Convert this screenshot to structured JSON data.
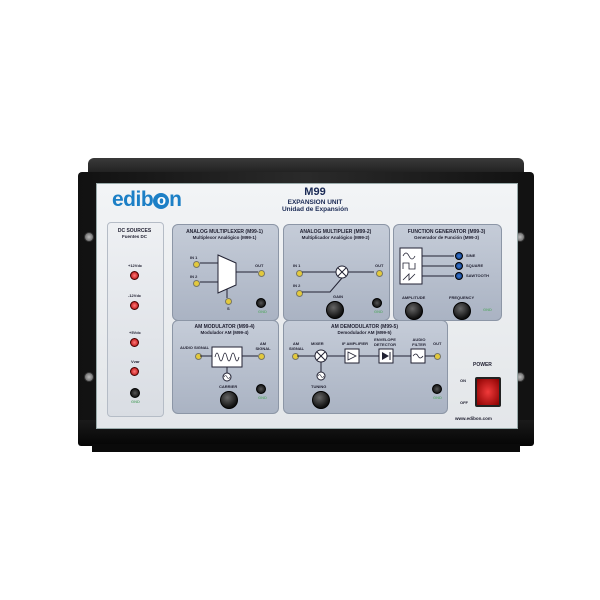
{
  "brand": {
    "logo_text_a": "edib",
    "logo_text_b": "o",
    "logo_text_c": "n",
    "url": "www.edibon.com"
  },
  "header": {
    "model": "M99",
    "title_en": "EXPANSION UNIT",
    "title_es": "Unidad de Expansión"
  },
  "dc_sources": {
    "title": "DC SOURCES",
    "subtitle": "Fuentes DC",
    "labels": [
      "+12Vdc",
      "-12Vdc",
      "+5Vdc",
      "Vvar"
    ],
    "gnd": "GND"
  },
  "modules": {
    "analog_mux": {
      "title": "ANALOG MULTIPLEXER (M99-1)",
      "subtitle": "Multiplexor Analógico (M99-1)",
      "in1": "IN 1",
      "in2": "IN 2",
      "out": "OUT",
      "s": "S",
      "gnd": "GND"
    },
    "analog_mult": {
      "title": "ANALOG MULTIPLIER (M99-2)",
      "subtitle": "Multiplicador Analógico (M99-2)",
      "in1": "IN 1",
      "in2": "IN 2",
      "out": "OUT",
      "gain": "GAIN",
      "gnd": "GND"
    },
    "func_gen": {
      "title": "FUNCTION GENERATOR (M99-3)",
      "subtitle": "Generador de Función (M99-3)",
      "sine": "SINE",
      "square": "SQUARE",
      "sawtooth": "SAWTOOTH",
      "amplitude": "AMPLITUDE",
      "frequency": "FREQUENCY",
      "gnd": "GND"
    },
    "am_mod": {
      "title": "AM MODULATOR (M99-4)",
      "subtitle": "Modulador AM (M99-4)",
      "audio": "AUDIO SIGNAL",
      "am": "AM SIGNAL",
      "carrier": "CARRIER",
      "gnd": "GND"
    },
    "am_demod": {
      "title": "AM DEMODULATOR (M99-5)",
      "subtitle": "Demodulador AM (M99-5)",
      "am_signal": "AM SIGNAL",
      "mixer": "MIXER",
      "if_amp": "IF AMPLIFIER",
      "envelope": "ENVELOPE DETECTOR",
      "audio_filter": "AUDIO FILTER",
      "out": "OUT",
      "tuning": "TUNING",
      "gnd": "GND"
    }
  },
  "power": {
    "label": "POWER",
    "on": "ON",
    "off": "OFF"
  },
  "colors": {
    "panel": "#e8ebee",
    "module": "#b9c1cf",
    "logo_blue": "#1c7fc6",
    "case": "#1a1a1a",
    "switch": "#d11c1c"
  }
}
